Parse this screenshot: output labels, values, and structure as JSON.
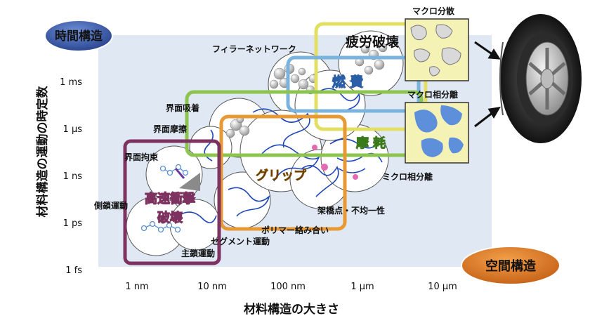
{
  "badges": {
    "time": "時間構造",
    "space": "空間構造"
  },
  "axes": {
    "ylabel": "材料構造の運動の時定数",
    "xlabel": "材料構造の大きさ",
    "yticks": [
      "1 ms",
      "1 μs",
      "1 ns",
      "1 ps",
      "1 fs"
    ],
    "xticks": [
      "1 nm",
      "10 nm",
      "100 nm",
      "1 μm",
      "10 μm"
    ]
  },
  "regions": {
    "fatigue": "疲労破壊",
    "fuel": "燃 費",
    "wear": "摩 耗",
    "grip": "グリップ",
    "impact_line1": "高速衝撃",
    "impact_line2": "破壊"
  },
  "labels": {
    "filler_network": "フィラーネットワーク",
    "interface_adsorption": "界面吸着",
    "interface_friction": "界面摩擦",
    "interface_constraint": "界面拘束",
    "side_chain": "側鎖運動",
    "segment": "セグメント運動",
    "main_chain": "主鎖運動",
    "entanglement": "ポリマー絡み合い",
    "crosslink": "架橋点・不均一性",
    "micro_phase": "ミクロ相分離",
    "macro_phase": "マクロ相分離",
    "macro_dispersion": "マクロ分散"
  },
  "colors": {
    "plot_bg": "#dfe8f3",
    "fatigue": "#e3df64",
    "fuel": "#7ab4de",
    "wear": "#8cc44f",
    "grip": "#e79a33",
    "impact": "#7d3260",
    "badge_blue": "#2f4f9a",
    "badge_orange": "#d8751c",
    "panel_yellow": "#f5f2b5",
    "panel_blue": "#5e8fdb"
  }
}
